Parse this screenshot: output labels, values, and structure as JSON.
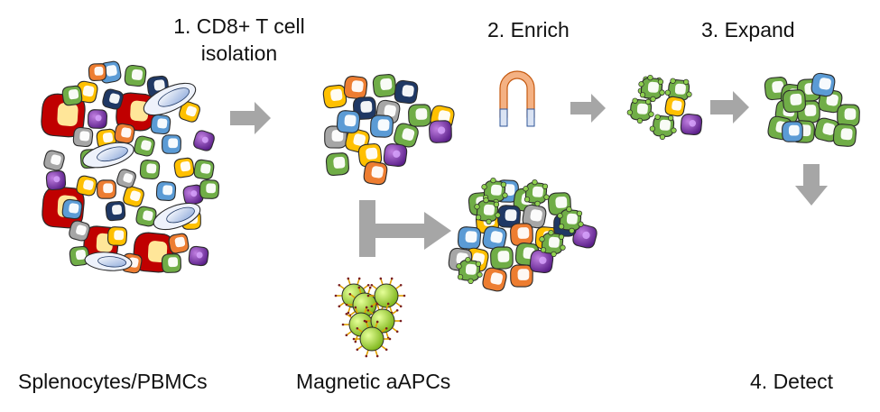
{
  "labels": {
    "step1": [
      "1. CD8+ T cell",
      "isolation"
    ],
    "step2": "2. Enrich",
    "step3": "3. Expand",
    "step4": "4. Detect",
    "source": "Splenocytes/PBMCs",
    "aapcs": "Magnetic aAPCs"
  },
  "colors": {
    "red": "#c00000",
    "cream": "#ffe699",
    "yellow": "#ffc000",
    "blue": "#5b9bd5",
    "navy": "#1f3864",
    "green": "#70ad47",
    "gray": "#a6a6a6",
    "orange": "#ed7d31",
    "purple": "#7030a0",
    "lime": "#9acd32",
    "arrow": "#a6a6a6",
    "magnet": "#f4b183"
  },
  "icons": [
    "cell-cluster-icon",
    "magnet-icon",
    "arrow-icon",
    "t-bar-arrow-icon",
    "magnetic-bead-icon"
  ]
}
